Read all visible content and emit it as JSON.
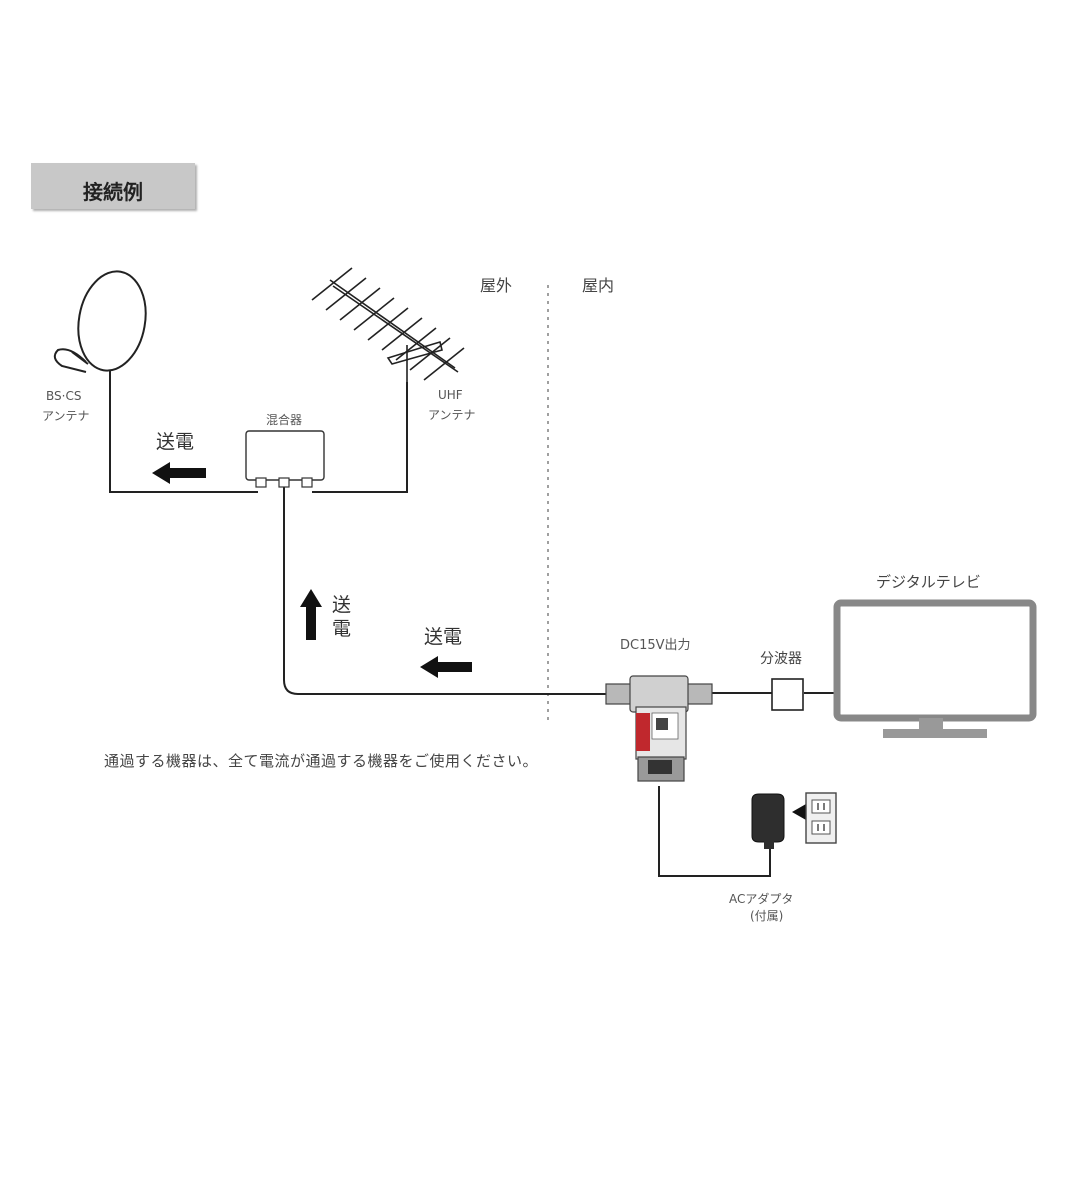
{
  "section_title": "接続例",
  "zones": {
    "outdoor": "屋外",
    "indoor": "屋内"
  },
  "labels": {
    "bs_cs_line1": "BS·CS",
    "bs_cs_line2": "アンテナ",
    "uhf_line1": "UHF",
    "uhf_line2": "アンテナ",
    "mixer": "混合器",
    "power_top": "送電",
    "power_vertical_1": "送",
    "power_vertical_2": "電",
    "power_bottom": "送電",
    "output": "DC15V出力",
    "splitter": "分波器",
    "tv": "デジタルテレビ",
    "adapter_line1": "ACアダプタ",
    "adapter_line2": "(付属)",
    "note": "通過する機器は、全て電流が通過する機器をご使用ください。"
  },
  "colors": {
    "tab_bg": "#c8c8c8",
    "line": "#222222",
    "accent_red": "#c0282d"
  }
}
